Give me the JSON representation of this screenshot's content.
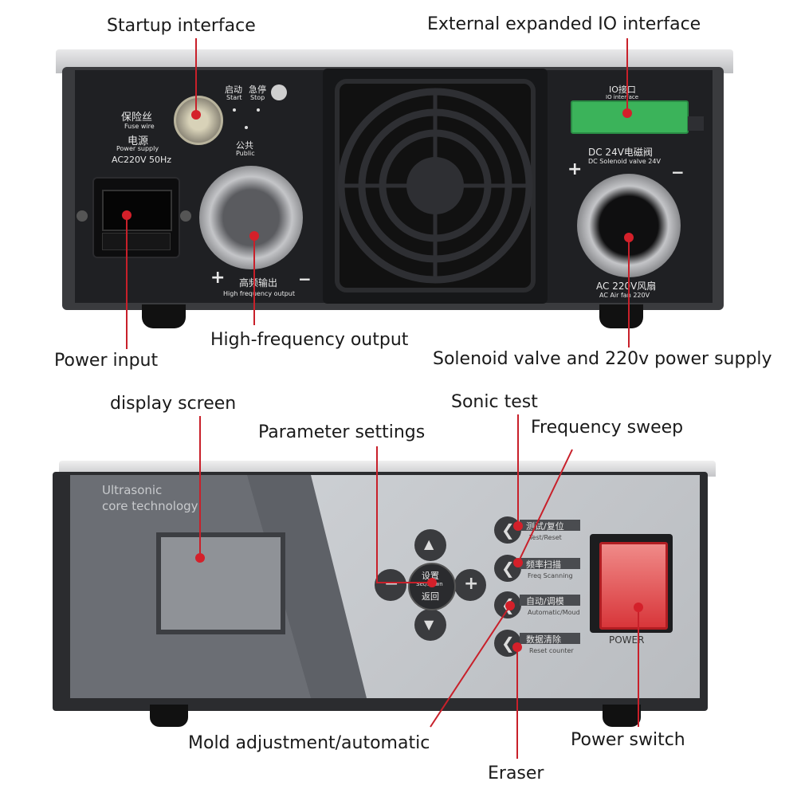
{
  "annotations": {
    "startup_interface": "Startup interface",
    "external_io": "External expanded IO interface",
    "power_input": "Power input",
    "high_frequency_output": "High-frequency output",
    "solenoid_power": "Solenoid valve and 220v power supply",
    "display_screen": "display screen",
    "parameter_settings": "Parameter settings",
    "sonic_test": "Sonic test",
    "frequency_sweep": "Frequency sweep",
    "mold_adjustment": "Mold adjustment/automatic",
    "power_switch": "Power switch",
    "eraser": "Eraser"
  },
  "rear_panel": {
    "start_cn": "启动",
    "start_en": "Start",
    "stop_cn": "急停",
    "stop_en": "Stop",
    "public_cn": "公共",
    "public_en": "Public",
    "fuse_cn": "保险丝",
    "fuse_en": "Fuse wire",
    "power_cn": "电源",
    "power_en": "Power supply",
    "ac_rating": "AC220V 50Hz",
    "hf_cn": "高频输出",
    "hf_en": "High frequency output",
    "io_cn": "IO接口",
    "io_en": "IO interface",
    "dc_cn": "DC 24V电磁阀",
    "dc_en": "DC Solenoid valve 24V",
    "ac_fan_cn": "AC 220V风扇",
    "ac_fan_en": "AC Air fan 220V",
    "plus": "+",
    "minus": "−"
  },
  "front_panel": {
    "brand_line1": "Ultrasonic",
    "brand_line2": "core technology",
    "set_cn": "设置",
    "set_en": "Set/Down",
    "return_cn": "返回",
    "btn_test_cn": "测试/复位",
    "btn_test_en": "Test/Reset",
    "btn_freq_cn": "频率扫描",
    "btn_freq_en": "Freq Scanning",
    "btn_auto_cn": "自动/调模",
    "btn_auto_en": "Automatic/Moud",
    "btn_reset_cn": "数据清除",
    "btn_reset_en": "Reset counter",
    "power_label": "POWER",
    "plus": "+",
    "minus": "−"
  },
  "colors": {
    "accent": "#d4202a",
    "panel_dark": "#1e1f22",
    "front_light": "#c9ccd0"
  }
}
